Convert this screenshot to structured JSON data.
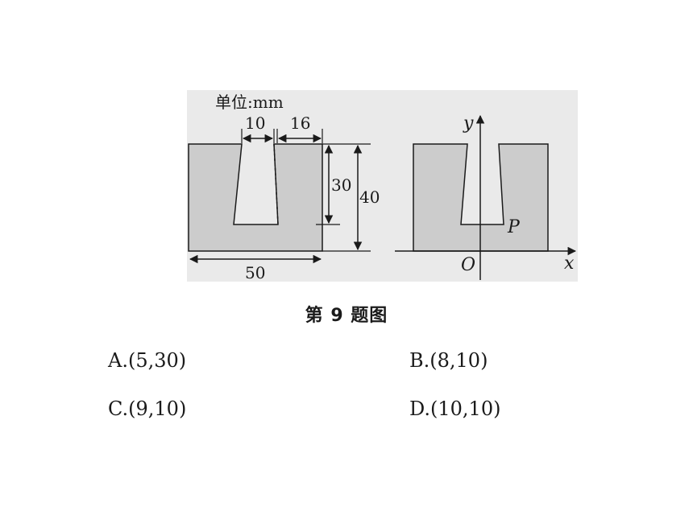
{
  "figure": {
    "unit_label": "单位:mm",
    "dimensions": {
      "top_slot_width": "10",
      "top_right_width": "16",
      "slot_depth": "30",
      "total_height": "40",
      "bottom_width": "50"
    },
    "axes": {
      "y_label": "y",
      "x_label": "x",
      "origin_label": "O",
      "point_label": "P"
    }
  },
  "caption": "第 9 题图",
  "options": [
    {
      "letter": "A.",
      "value": "(5,30)"
    },
    {
      "letter": "B.",
      "value": "(8,10)"
    },
    {
      "letter": "C.",
      "value": "(9,10)"
    },
    {
      "letter": "D.",
      "value": "(10,10)"
    }
  ],
  "colors": {
    "shape_fill": "#cccccc",
    "panel_background": "#eaeaea",
    "ink": "#1a1a1a"
  }
}
